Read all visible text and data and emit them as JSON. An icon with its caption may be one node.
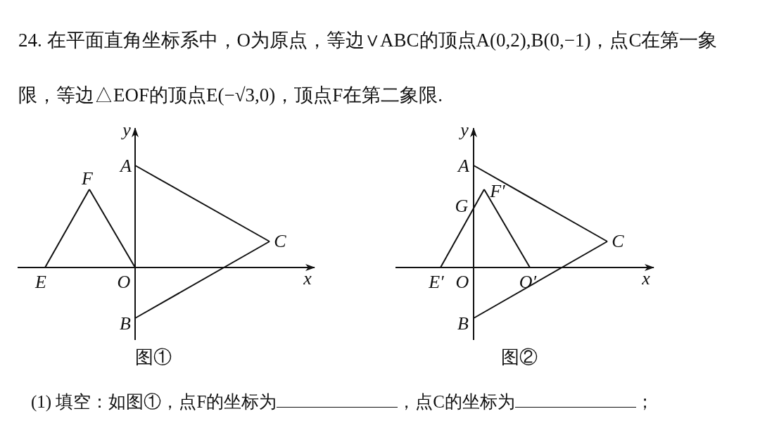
{
  "diagram": {
    "nodes": [
      {
        "text": [
          "*A*"
        ]
      },
      {
        "text": [
          "*F*"
        ]
      },
      {
        "text": [
          "*C*"
        ]
      },
      {
        "text": [
          "*E*"
        ]
      },
      {
        "text": [
          "*O*"
        ]
      },
      {
        "text": [
          "*B*"
        ]
      },
      {
        "text": [
          "*A*"
        ]
      },
      {
        "text": [
          "*F′*"
        ]
      },
      {
        "text": [
          "*C*"
        ]
      },
      {
        "text": [
          "*E′*"
        ]
      },
      {
        "text": [
          "*O′*"
        ]
      },
      {
        "text": [
          "*B*"
        ]
      }
    ],
    "edges": [
      {
        "from": 0,
        "to": 2,
        "arrow": "none"
      },
      {
        "from": 2,
        "to": 5,
        "arrow": "none"
      },
      {
        "from": 3,
        "to": 1,
        "arrow": "none"
      },
      {
        "from": 1,
        "to": 4,
        "arrow": "none"
      },
      {
        "from": 6,
        "to": 8,
        "arrow": "none"
      },
      {
        "from": 8,
        "to": 11,
        "arrow": "none"
      },
      {
        "from": 9,
        "to": 7,
        "arrow": "none"
      },
      {
        "from": 7,
        "to": 10,
        "arrow": "none"
      }
    ],
    "labels": [
      "24. 在平面直角坐标系中，O为原点，等边∨ABC的顶点A(0,2),B(0,−1)，点C在第一象限，等边△EOF的顶点E(−√3,0)，顶点F在第二象限.",
      "*y*",
      "*x*",
      "图①",
      "*y*",
      "*G*",
      "*O*",
      "*x*",
      "图②",
      "(1) 填空：如图①，点F的坐标为",
      "，点C的坐标为",
      "；"
    ]
  }
}
